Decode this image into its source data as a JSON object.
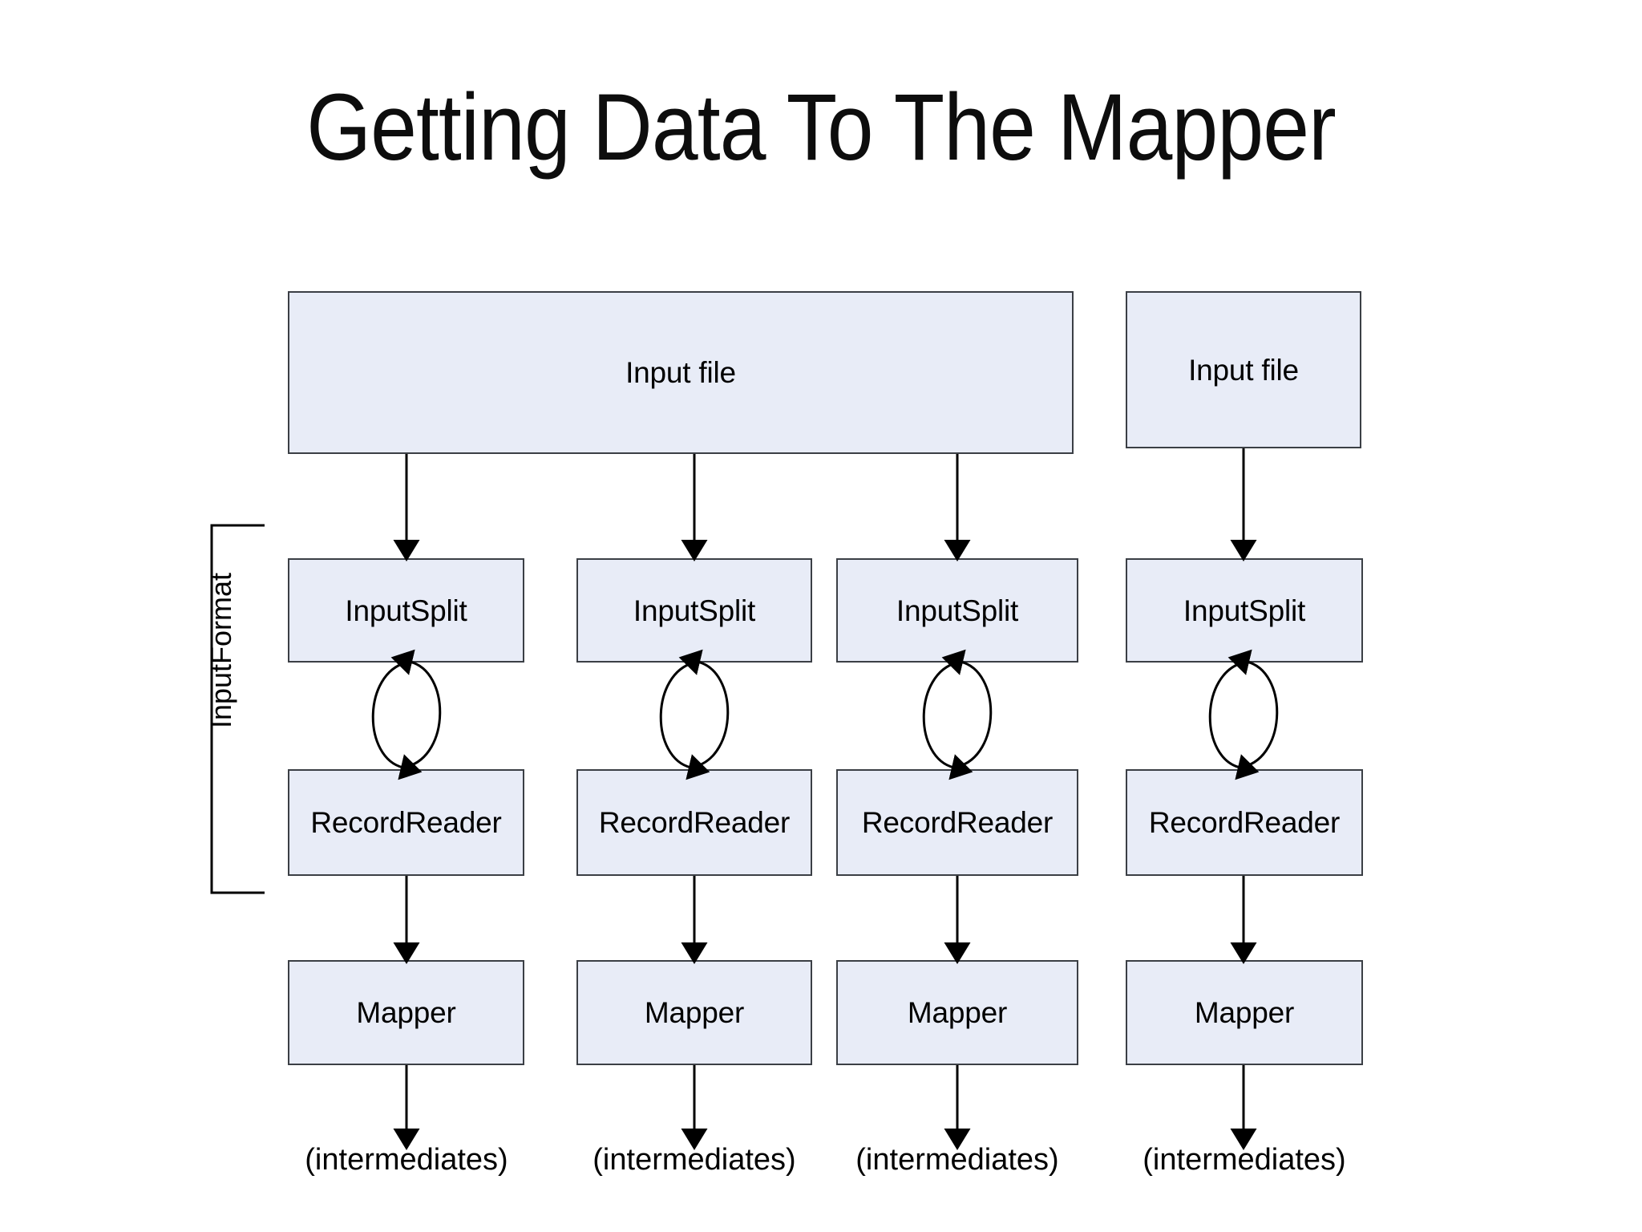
{
  "slide": {
    "title": "Getting Data To The Mapper",
    "background_color": "#ffffff",
    "box_fill_color": "#e8ecf7",
    "box_border_color": "#3b3f45",
    "text_color": "#000000"
  },
  "bracket": {
    "label": "InputFormat"
  },
  "input_files": [
    {
      "label": "Input file",
      "spans_columns": 3
    },
    {
      "label": "Input file",
      "spans_columns": 1
    }
  ],
  "pipelines": [
    {
      "input_split": "InputSplit",
      "record_reader": "RecordReader",
      "mapper": "Mapper",
      "output": "(intermediates)"
    },
    {
      "input_split": "InputSplit",
      "record_reader": "RecordReader",
      "mapper": "Mapper",
      "output": "(intermediates)"
    },
    {
      "input_split": "InputSplit",
      "record_reader": "RecordReader",
      "mapper": "Mapper",
      "output": "(intermediates)"
    },
    {
      "input_split": "InputSplit",
      "record_reader": "RecordReader",
      "mapper": "Mapper",
      "output": "(intermediates)"
    }
  ]
}
